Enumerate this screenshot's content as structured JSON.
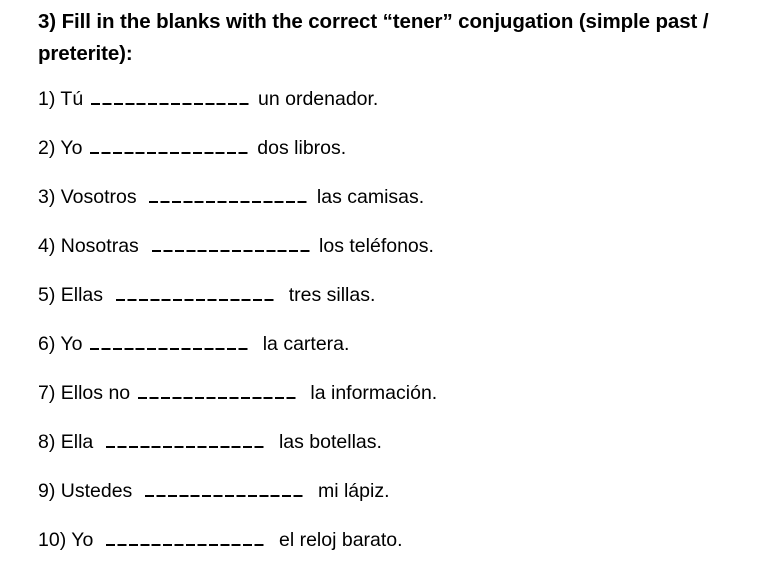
{
  "document": {
    "heading": "3) Fill in the blanks with the correct “tener” conjugation (simple past / preterite):",
    "blank_placeholder": "______________",
    "items": [
      {
        "lead": "1) Tú ",
        "tail": " un ordenador."
      },
      {
        "lead": "2) Yo ",
        "tail": " dos libros."
      },
      {
        "lead": "3) Vosotros  ",
        "tail": " las camisas."
      },
      {
        "lead": "4) Nosotras  ",
        "tail": " los teléfonos."
      },
      {
        "lead": "5) Ellas  ",
        "tail": "  tres sillas."
      },
      {
        "lead": "6) Yo ",
        "tail": "  la cartera."
      },
      {
        "lead": "7) Ellos no ",
        "tail": "  la información."
      },
      {
        "lead": "8) Ella  ",
        "tail": "  las botellas."
      },
      {
        "lead": "9) Ustedes  ",
        "tail": "  mi lápiz."
      },
      {
        "lead": "10) Yo  ",
        "tail": "  el reloj barato."
      }
    ]
  }
}
